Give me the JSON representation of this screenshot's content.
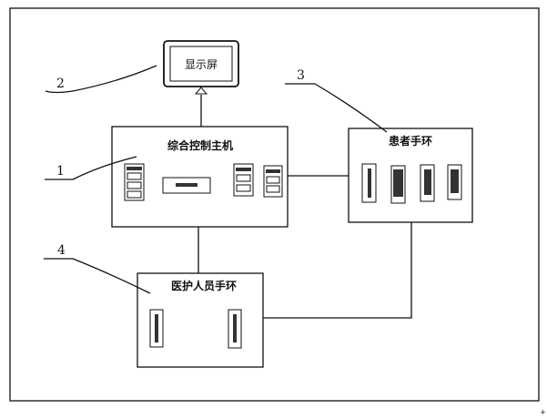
{
  "display": {
    "label": "显示屏"
  },
  "host": {
    "title": "综合控制主机"
  },
  "patient_band": {
    "title": "患者手环"
  },
  "staff_band": {
    "title": "医护人员手环"
  },
  "callouts": [
    "1",
    "2",
    "3",
    "4"
  ],
  "page_mark": "+"
}
